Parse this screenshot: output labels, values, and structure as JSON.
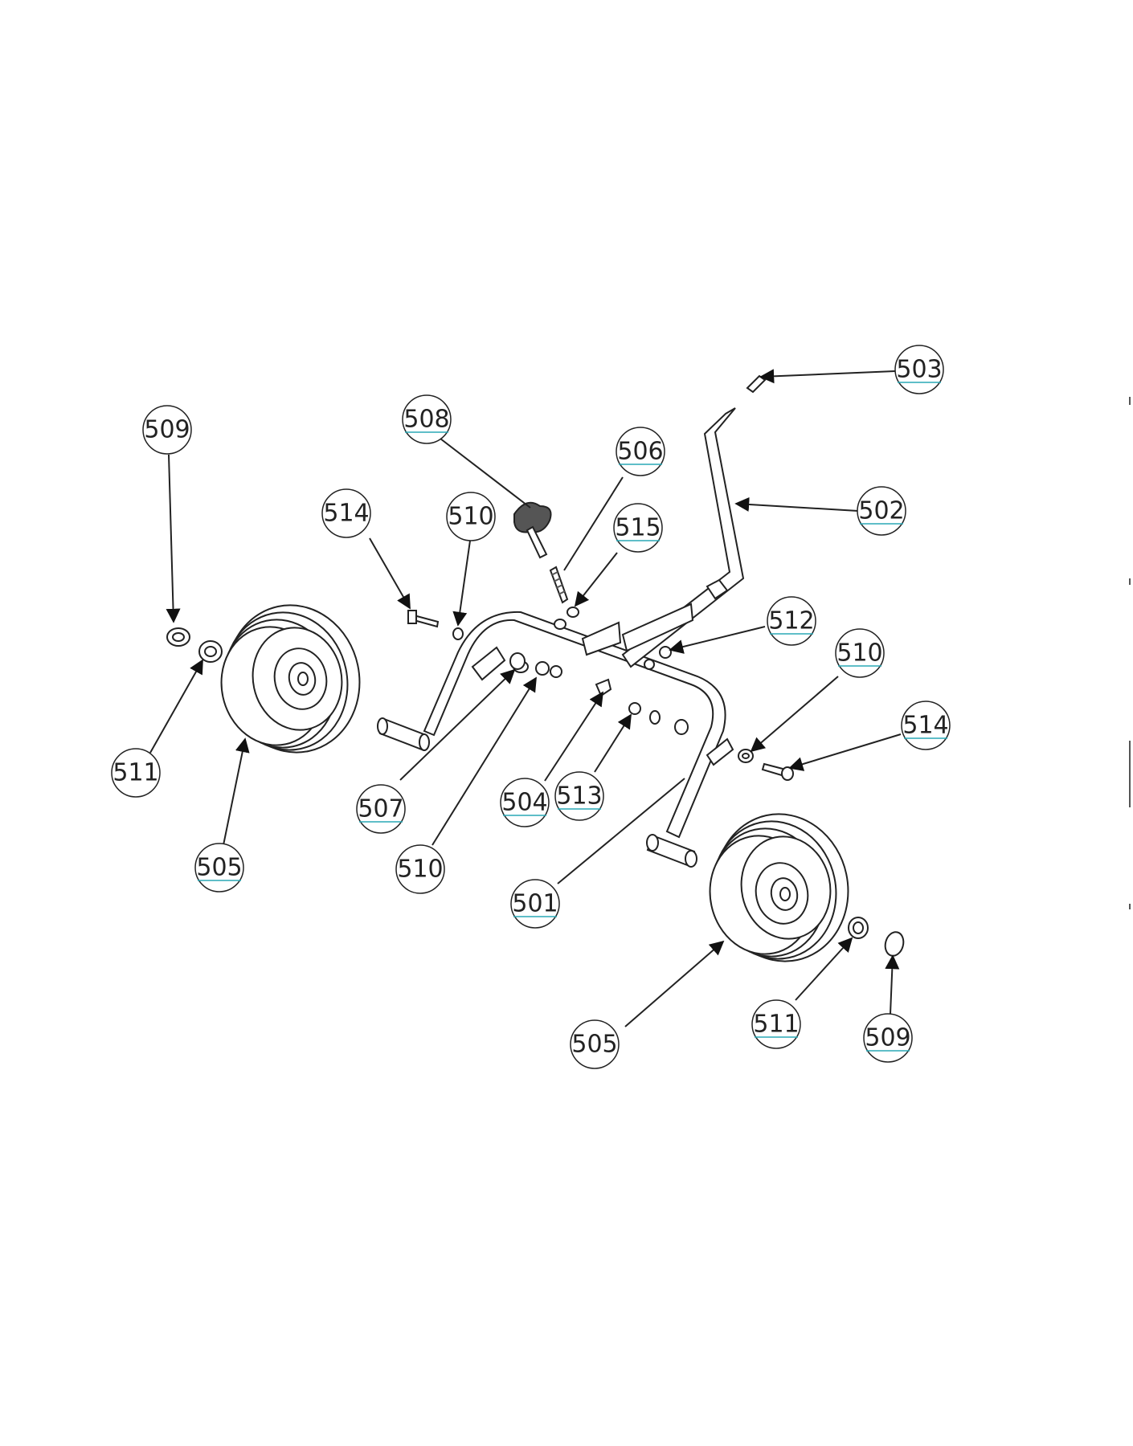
{
  "balloons": [
    {
      "id": "b503a",
      "label": "503",
      "highlighted": true
    },
    {
      "id": "b508",
      "label": "508",
      "highlighted": true
    },
    {
      "id": "b506",
      "label": "506",
      "highlighted": true
    },
    {
      "id": "b509a",
      "label": "509",
      "highlighted": false
    },
    {
      "id": "b502",
      "label": "502",
      "highlighted": true
    },
    {
      "id": "b514a",
      "label": "514",
      "highlighted": false
    },
    {
      "id": "b510a",
      "label": "510",
      "highlighted": false
    },
    {
      "id": "b515",
      "label": "515",
      "highlighted": true
    },
    {
      "id": "b512",
      "label": "512",
      "highlighted": true
    },
    {
      "id": "b510b",
      "label": "510",
      "highlighted": true
    },
    {
      "id": "b514b",
      "label": "514",
      "highlighted": true
    },
    {
      "id": "b511a",
      "label": "511",
      "highlighted": false
    },
    {
      "id": "b507",
      "label": "507",
      "highlighted": true
    },
    {
      "id": "b504",
      "label": "504",
      "highlighted": true
    },
    {
      "id": "b513",
      "label": "513",
      "highlighted": true
    },
    {
      "id": "b505a",
      "label": "505",
      "highlighted": true
    },
    {
      "id": "b510c",
      "label": "510",
      "highlighted": false
    },
    {
      "id": "b501",
      "label": "501",
      "highlighted": true
    },
    {
      "id": "b505b",
      "label": "505",
      "highlighted": false
    },
    {
      "id": "b511b",
      "label": "511",
      "highlighted": true
    },
    {
      "id": "b509b",
      "label": "509",
      "highlighted": true
    }
  ],
  "colors": {
    "line": "#222222",
    "highlight_underline": "#2aa8b5",
    "background": "#ffffff"
  }
}
